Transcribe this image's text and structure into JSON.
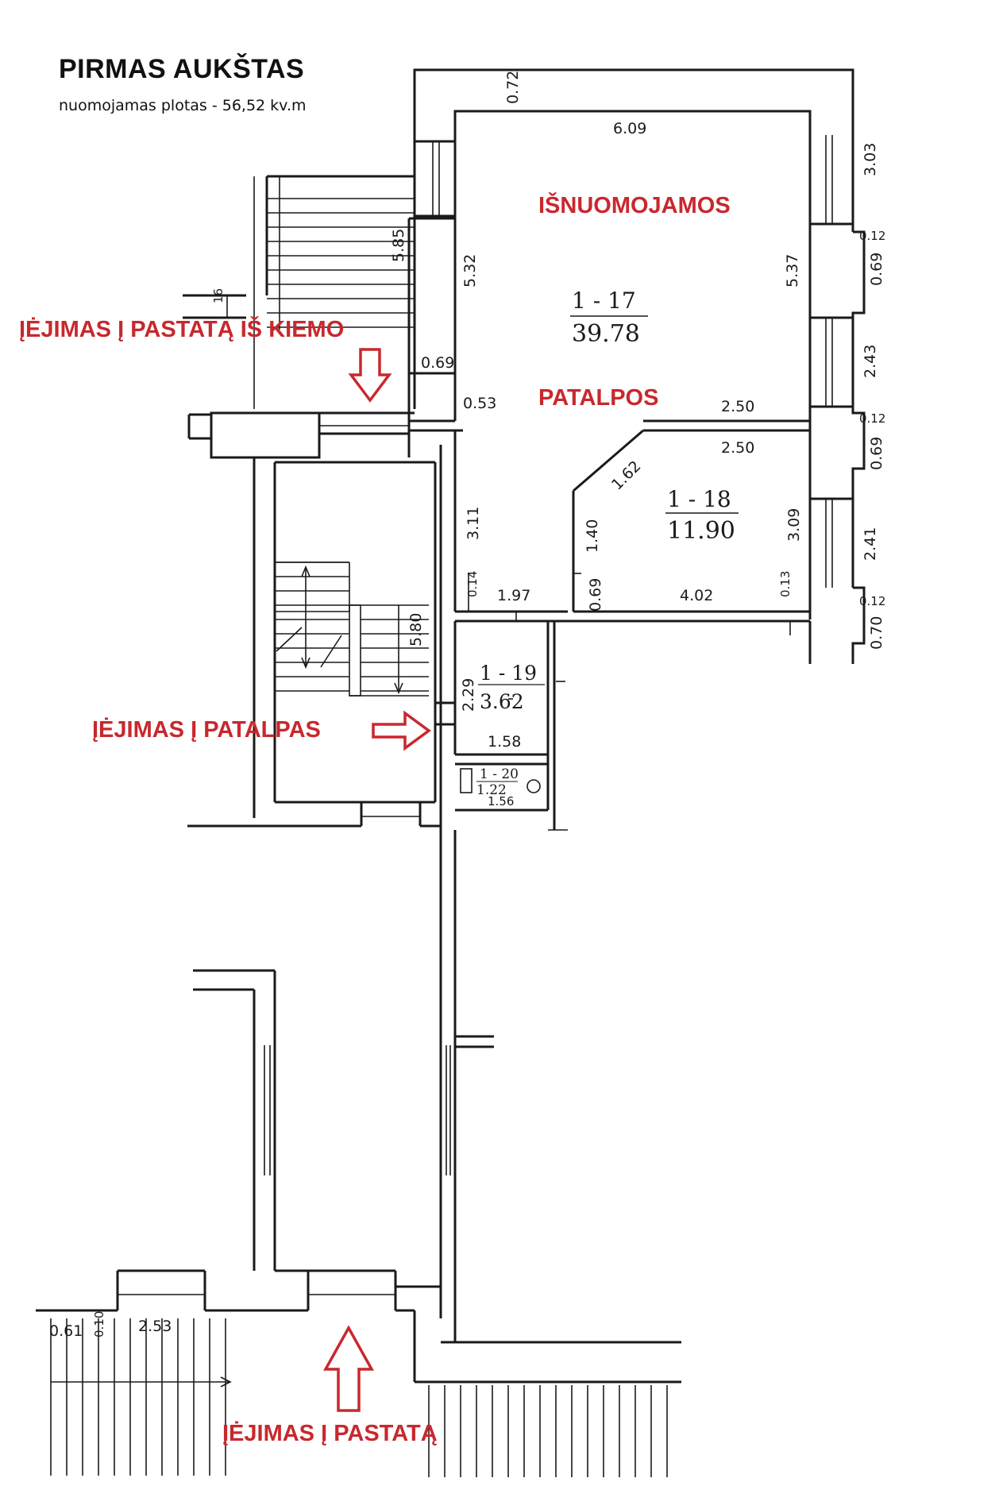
{
  "header": {
    "title": "PIRMAS AUKŠTAS",
    "subtitle": "nuomojamas plotas - 56,52 kv.m"
  },
  "labels": {
    "rental_top": "IŠNUOMOJAMOS",
    "rental_bottom": "PATALPOS",
    "entrance_yard": "ĮĖJIMAS Į PASTATĄ IŠ KIEMO",
    "entrance_premises": "ĮĖJIMAS Į PATALPAS",
    "entrance_building": "ĮĖJIMAS Į PASTATĄ"
  },
  "rooms": [
    {
      "number": "1 - 17",
      "area": "39.78"
    },
    {
      "number": "1 - 18",
      "area": "11.90"
    },
    {
      "number": "1 - 19",
      "area": "3.62"
    },
    {
      "number": "1 - 20",
      "area": "1.22"
    }
  ],
  "dimensions": {
    "d072": "0.72",
    "d609": "6.09",
    "d303": "3.03",
    "d012a": "0.12",
    "d069a": "0.69",
    "d537": "5.37",
    "d243": "2.43",
    "d012b": "0.12",
    "d069b": "0.69",
    "d241": "2.41",
    "d012c": "0.12",
    "d070": "0.70",
    "d532": "5.32",
    "d585": "5.85",
    "d069c": "0.69",
    "d053": "0.53",
    "d250a": "2.50",
    "d250b": "2.50",
    "d162": "1.62",
    "d140": "1.40",
    "d309": "3.09",
    "d311": "3.11",
    "d014": "0.14",
    "d197": "1.97",
    "d069d": "0.69",
    "d402": "4.02",
    "d013": "0.13",
    "d580": "5.80",
    "d229": "2.29",
    "d158": "1.58",
    "d156": "1.56",
    "d16": "16",
    "d061": "0.61",
    "d010": "0.10",
    "d253": "2.53"
  }
}
